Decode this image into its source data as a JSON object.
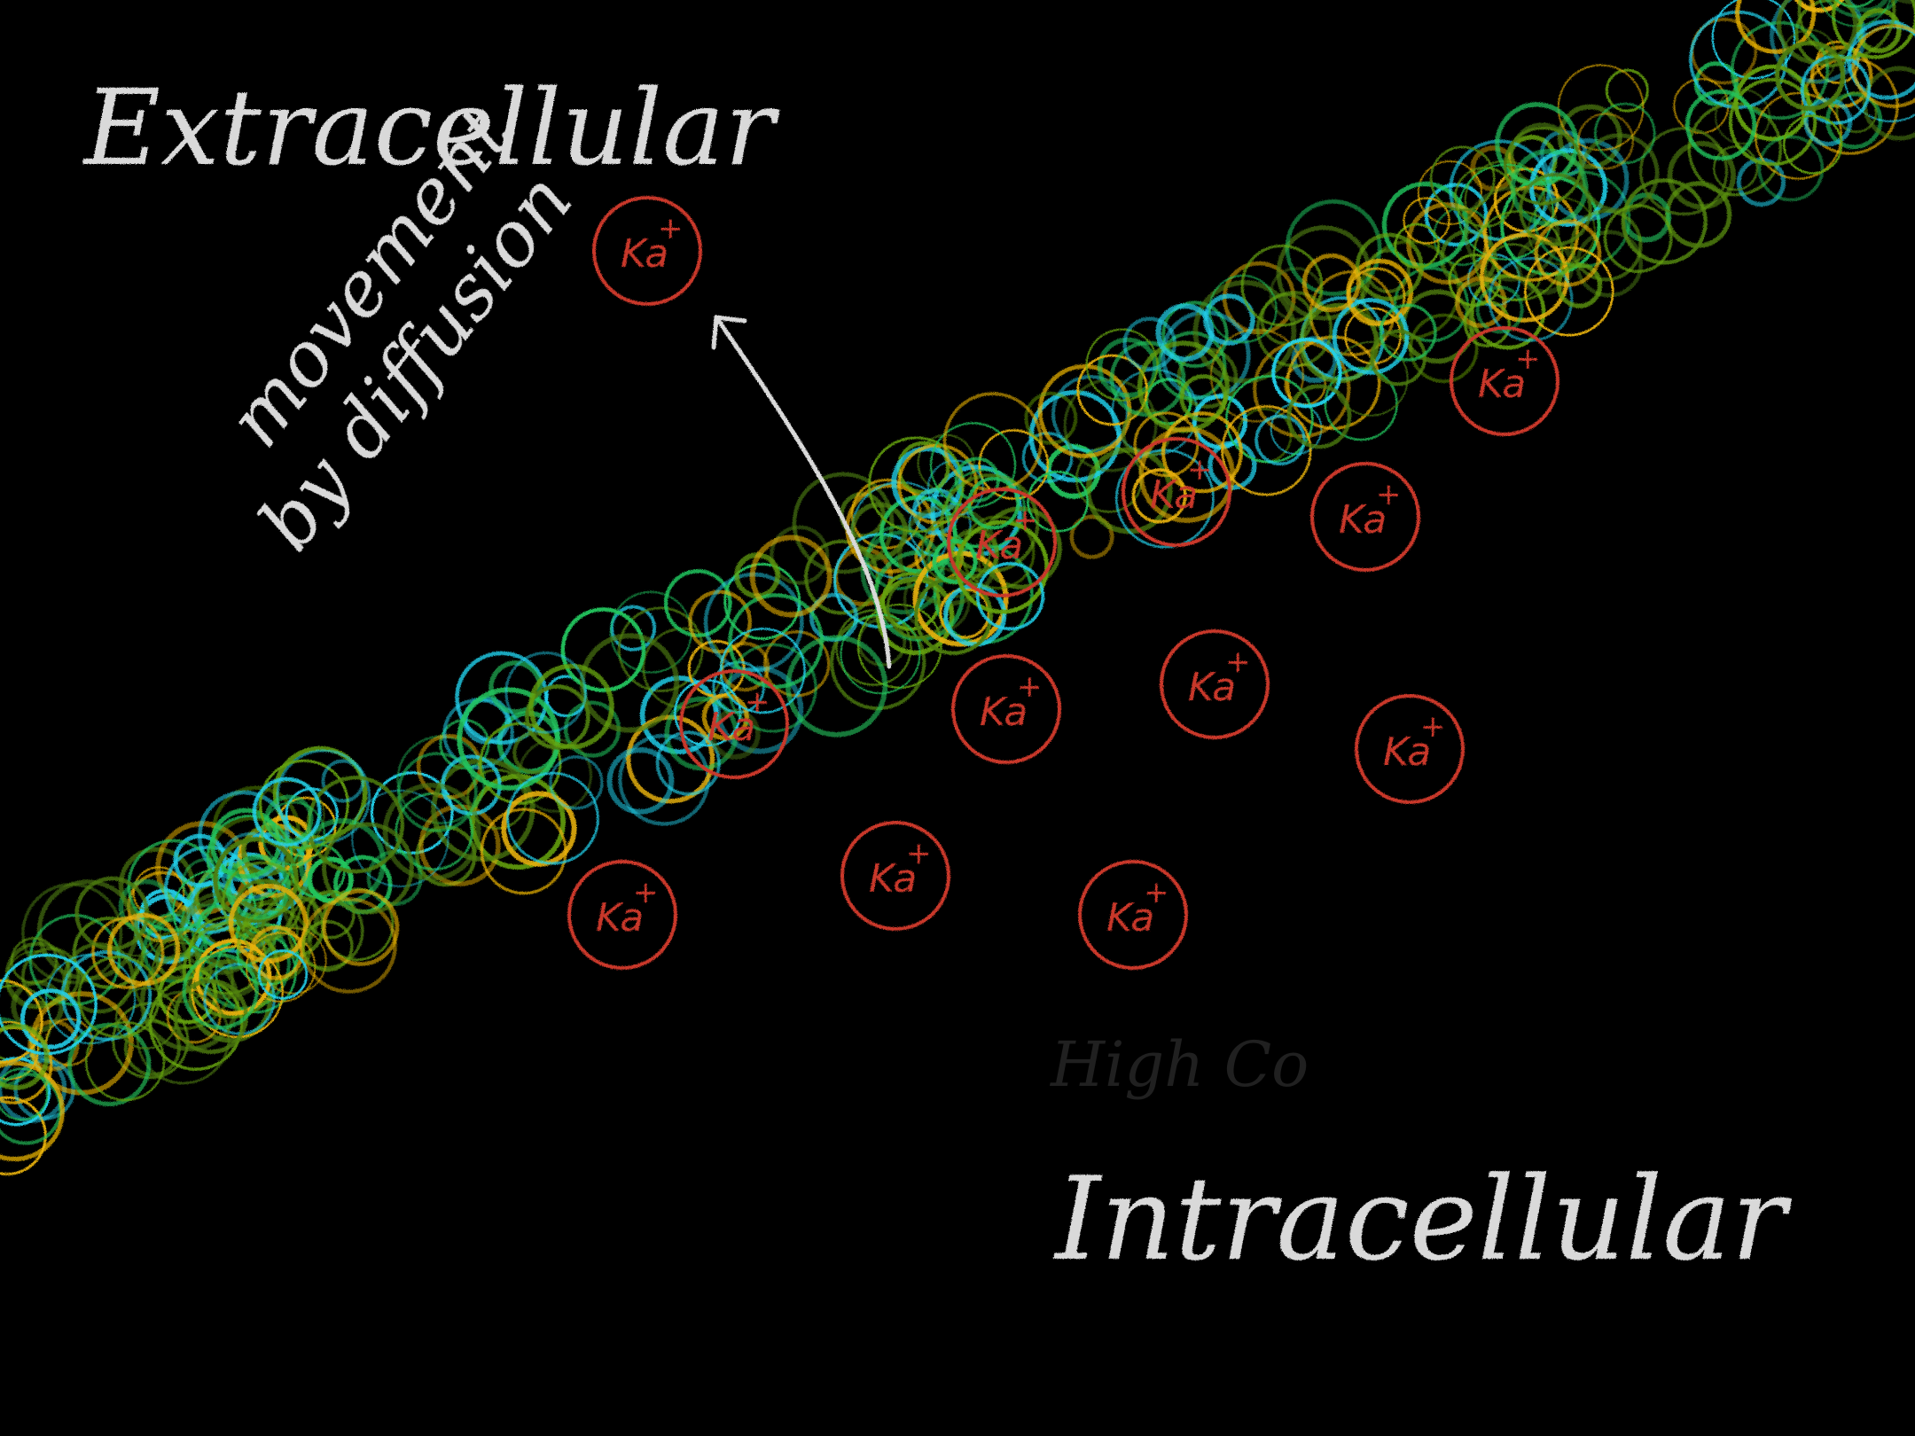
{
  "labels": {
    "extracellular": "Extracellular",
    "intracellular": "Intracellular",
    "movement_line1": "movement",
    "movement_line2": "by diffusion",
    "faint_scribble": "High Co"
  },
  "ion": {
    "symbol": "Ka",
    "charge": "+",
    "count": 12,
    "outside_count": 1,
    "inside_count": 11
  },
  "colors": {
    "background": "#000000",
    "chalk": "#d9d9d9",
    "ion": "#c9372c",
    "membrane_palette": [
      "#22c55e",
      "#eab308",
      "#4d7c0f",
      "#22d3ee",
      "#65a30d"
    ]
  },
  "icons": {
    "arrow": "curved-arrow-icon",
    "ion": "potassium-ion-icon"
  }
}
